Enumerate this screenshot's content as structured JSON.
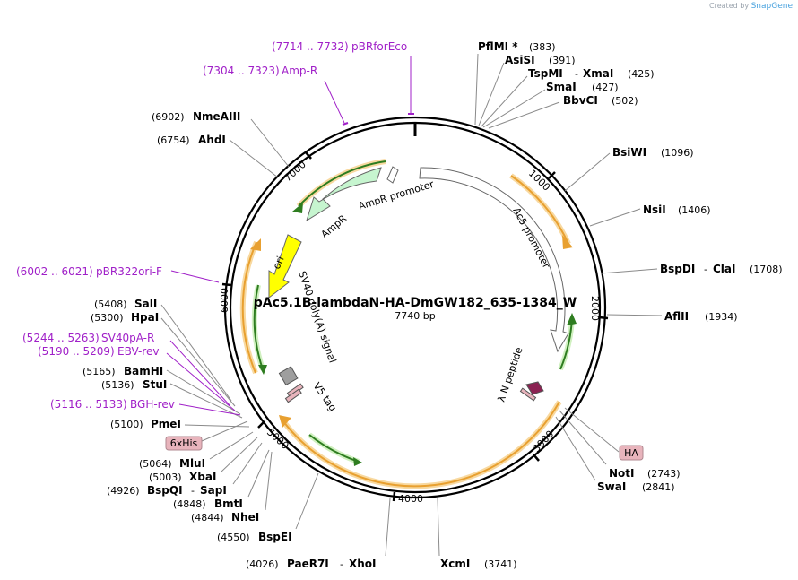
{
  "credit": {
    "prefix": "Created by",
    "brand": "SnapGene"
  },
  "plasmid": {
    "name": "pAc5.1B-lambdaN-HA-DmGW182_635-1384_W",
    "length_label": "7740 bp",
    "length": 7740
  },
  "ticks": [
    "1000",
    "2000",
    "3000",
    "4000",
    "5000",
    "6000",
    "7000"
  ],
  "enzymes": [
    {
      "id": "pflmi",
      "name": "PflMI *",
      "pos": "(383)"
    },
    {
      "id": "asisi",
      "name": "AsiSI",
      "pos": "(391)"
    },
    {
      "id": "tspmi",
      "name": "TspMI",
      "name2": "XmaI",
      "pos": "(425)"
    },
    {
      "id": "smai",
      "name": "SmaI",
      "pos": "(427)"
    },
    {
      "id": "bbvci",
      "name": "BbvCI",
      "pos": "(502)"
    },
    {
      "id": "bsiwi",
      "name": "BsiWI",
      "pos": "(1096)"
    },
    {
      "id": "nsii",
      "name": "NsiI",
      "pos": "(1406)"
    },
    {
      "id": "bspdi",
      "name": "BspDI",
      "name2": "ClaI",
      "pos": "(1708)"
    },
    {
      "id": "aflii",
      "name": "AflII",
      "pos": "(1934)"
    },
    {
      "id": "noti",
      "name": "NotI",
      "pos": "(2743)"
    },
    {
      "id": "swai",
      "name": "SwaI",
      "pos": "(2841)"
    },
    {
      "id": "xcmi",
      "name": "XcmI",
      "pos": "(3741)"
    },
    {
      "id": "paer7i",
      "name": "PaeR7I",
      "name2": "XhoI",
      "pos": "(4026)"
    },
    {
      "id": "bspei",
      "name": "BspEI",
      "pos": "(4550)"
    },
    {
      "id": "nhei",
      "name": "NheI",
      "pos": "(4844)"
    },
    {
      "id": "bmti",
      "name": "BmtI",
      "pos": "(4848)"
    },
    {
      "id": "bspqi",
      "name": "BspQI",
      "name2": "SapI",
      "pos": "(4926)"
    },
    {
      "id": "xbai",
      "name": "XbaI",
      "pos": "(5003)"
    },
    {
      "id": "mlui",
      "name": "MluI",
      "pos": "(5064)"
    },
    {
      "id": "pmei",
      "name": "PmeI",
      "pos": "(5100)"
    },
    {
      "id": "stui",
      "name": "StuI",
      "pos": "(5136)"
    },
    {
      "id": "bamhi",
      "name": "BamHI",
      "pos": "(5165)"
    },
    {
      "id": "hpai",
      "name": "HpaI",
      "pos": "(5300)"
    },
    {
      "id": "sali",
      "name": "SalI",
      "pos": "(5408)"
    },
    {
      "id": "ahdi",
      "name": "AhdI",
      "pos": "(6754)"
    },
    {
      "id": "nmeaiii",
      "name": "NmeAIII",
      "pos": "(6902)"
    }
  ],
  "primers": [
    {
      "id": "pbrforeco",
      "range": "(7714 .. 7732)",
      "name": "pBRforEco"
    },
    {
      "id": "ampr-primer",
      "range": "(7304 .. 7323)",
      "name": "Amp-R"
    },
    {
      "id": "pbr322ori",
      "range": "(6002 .. 6021)",
      "name": "pBR322ori-F"
    },
    {
      "id": "sv40pa-r",
      "range": "(5244 .. 5263)",
      "name": "SV40pA-R"
    },
    {
      "id": "ebv-rev",
      "range": "(5190 .. 5209)",
      "name": "EBV-rev"
    },
    {
      "id": "bgh-rev",
      "range": "(5116 .. 5133)",
      "name": "BGH-rev"
    }
  ],
  "boxes": [
    {
      "id": "6xhis",
      "label": "6xHis"
    },
    {
      "id": "ha",
      "label": "HA"
    }
  ],
  "features": [
    {
      "id": "ampr",
      "label": "AmpR",
      "color": "#c6f5cf"
    },
    {
      "id": "ampr-promoter",
      "label": "AmpR promoter",
      "color": "#ffffff"
    },
    {
      "id": "ori",
      "label": "ori",
      "color": "#ffff00"
    },
    {
      "id": "sv40",
      "label": "SV40 poly(A) signal",
      "color": "#9e9e9e"
    },
    {
      "id": "v5tag",
      "label": "V5 tag",
      "color": "#e8b4bc"
    },
    {
      "id": "ac5",
      "label": "Ac5 promoter",
      "color": "#ffffff"
    },
    {
      "id": "lambdan",
      "label": "λ N peptide",
      "color": "#8b2252"
    }
  ],
  "colors": {
    "primer": "#a020c8",
    "orf_fill": "#f5a623",
    "orf_stroke": "#f0c060",
    "orf_arrow": "#2e8b20",
    "backbone": "#000000"
  }
}
